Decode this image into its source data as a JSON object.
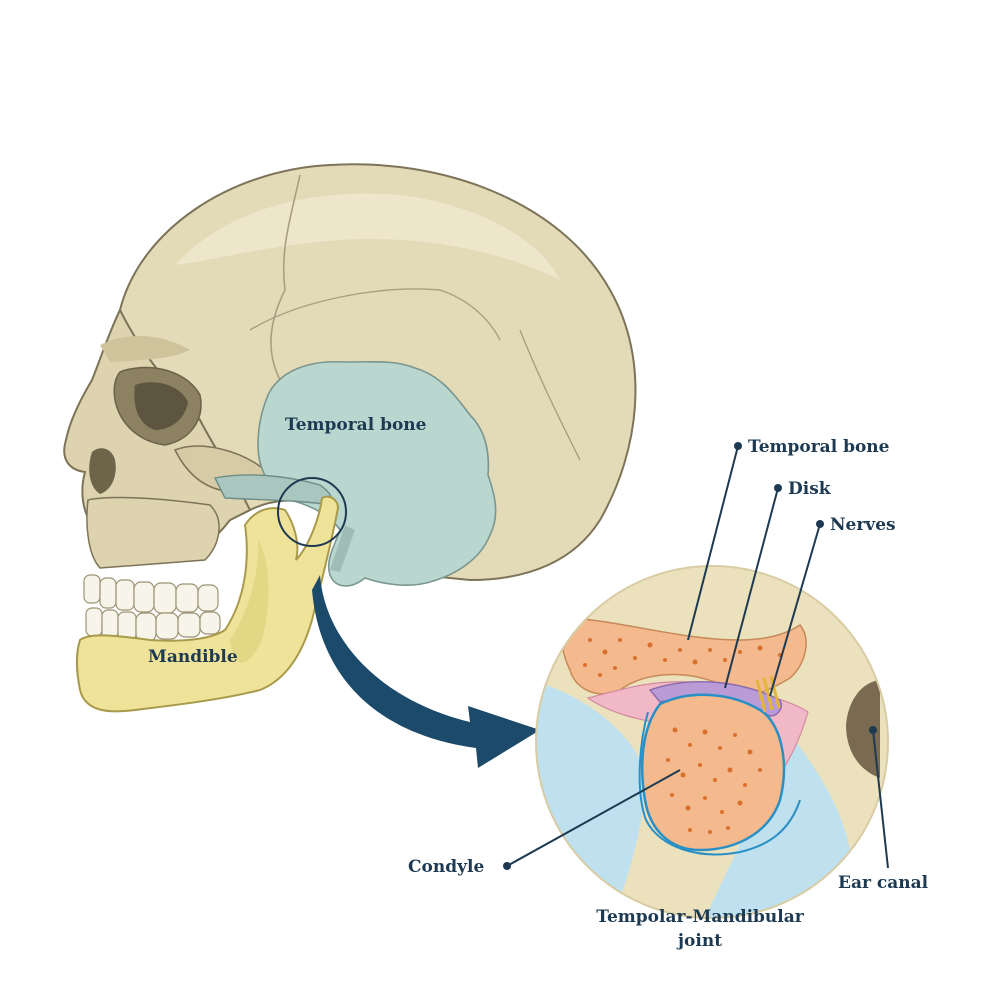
{
  "labels": {
    "skull_temporal_bone": "Temporal bone",
    "skull_mandible": "Mandible",
    "inset_temporal_bone": "Temporal bone",
    "inset_disk": "Disk",
    "inset_nerves": "Nerves",
    "inset_condyle": "Condyle",
    "inset_ear_canal": "Ear canal",
    "caption_line1": "Tempolar-Mandibular",
    "caption_line2": "joint"
  },
  "colors": {
    "bone": "#e3dab8",
    "bone_shadow": "#c9bd97",
    "bone_outline": "#7d7358",
    "temporal_region": "#b9d6cf",
    "mandible": "#efe39a",
    "mandible_outline": "#a89a4a",
    "teeth": "#f7f4ea",
    "spongy_bone": "#f4b98c",
    "spongy_dots": "#d9702e",
    "disk": "#b99bd6",
    "cartilage": "#f1b9c7",
    "fluid_blue": "#bfe1ef",
    "outline_blue": "#2a8fc4",
    "arrow": "#1b4a6b",
    "ear_canal": "#7a6a52",
    "nerve": "#e3b63a",
    "text": "#1d3a52"
  },
  "icons": {
    "zoom": "magnifier-circle-icon",
    "arrow": "curved-arrow-icon"
  }
}
